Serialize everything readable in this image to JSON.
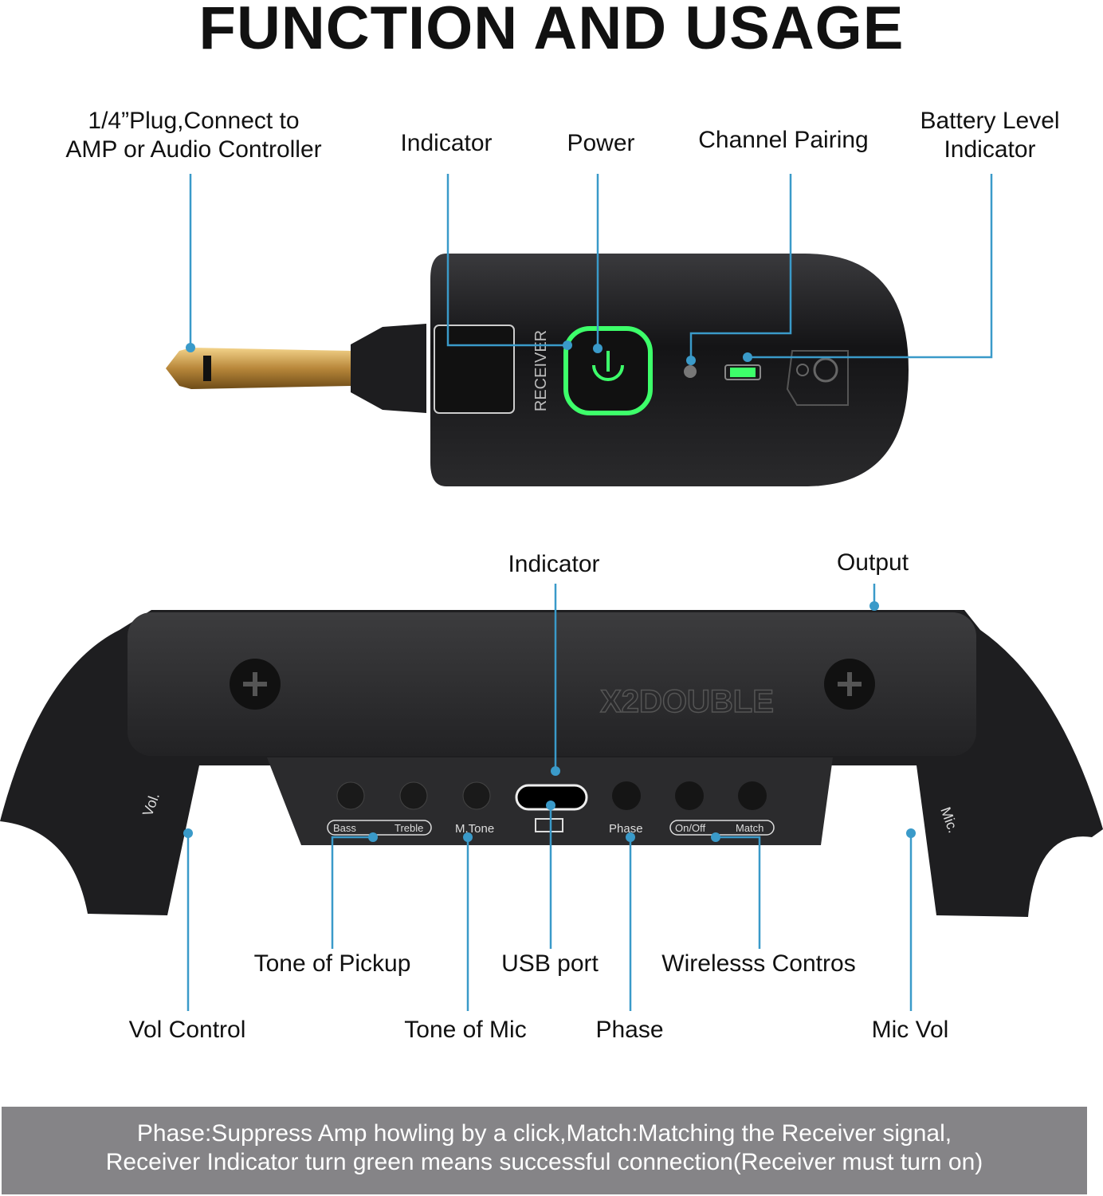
{
  "title": "FUNCTION AND USAGE",
  "receiver": {
    "device_text": "RECEIVER",
    "labels": {
      "plug_line1": "1/4”Plug,Connect to",
      "plug_line2": "AMP or Audio Controller",
      "indicator": "Indicator",
      "power": "Power",
      "channel_pairing": "Channel Pairing",
      "battery_line1": "Battery Level",
      "battery_line2": "Indicator"
    }
  },
  "transmitter": {
    "brand": "X2DOUBLE",
    "panel": {
      "bass": "Bass",
      "treble": "Treble",
      "mtone": "M.Tone",
      "phase": "Phase",
      "onoff": "On/Off",
      "match": "Match",
      "vol": "Vol.",
      "mic": "Mic."
    },
    "labels": {
      "indicator": "Indicator",
      "output": "Output",
      "tone_pickup": "Tone of Pickup",
      "usb": "USB port",
      "wireless": "Wirelesss Contros",
      "vol_control": "Vol Control",
      "tone_mic": "Tone of Mic",
      "phase": "Phase",
      "mic_vol": "Mic Vol"
    }
  },
  "banner": {
    "line1": "Phase:Suppress Amp howling by a click,Match:Matching the Receiver signal,",
    "line2": "Receiver Indicator turn green means successful connection(Receiver must turn on)"
  },
  "colors": {
    "leader": "#3a9ac9",
    "glow": "#3dff6a",
    "body": "#1c1c1e"
  }
}
